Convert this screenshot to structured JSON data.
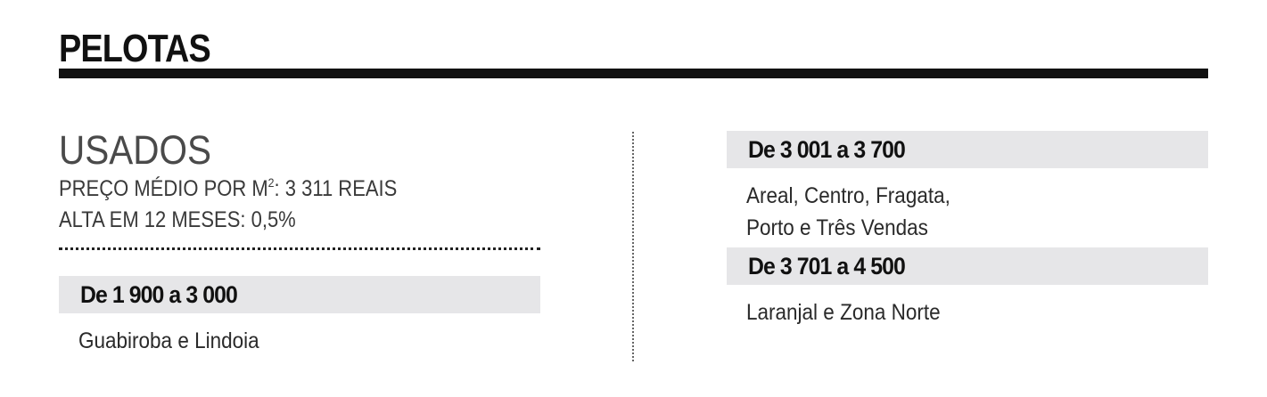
{
  "city": {
    "title": "PELOTAS"
  },
  "summary": {
    "heading": "USADOS",
    "price_label": "PREÇO MÉDIO POR M",
    "price_superscript": "2",
    "price_value": ": 3 311 REAIS",
    "change_line": "ALTA EM 12 MESES: 0,5%"
  },
  "price_bands": [
    {
      "range": "De 1 900 a 3 000",
      "neighborhoods": [
        "Guabiroba e Lindoia"
      ]
    },
    {
      "range": "De 3 001 a 3 700",
      "neighborhoods": [
        "Areal, Centro, Fragata,",
        "Porto e Três Vendas"
      ]
    },
    {
      "range": "De 3 701 a 4 500",
      "neighborhoods": [
        "Laranjal e Zona Norte"
      ]
    }
  ],
  "colors": {
    "band_background": "#e6e6e8",
    "rule": "#111111",
    "heading_gray": "#4a4a4a"
  }
}
